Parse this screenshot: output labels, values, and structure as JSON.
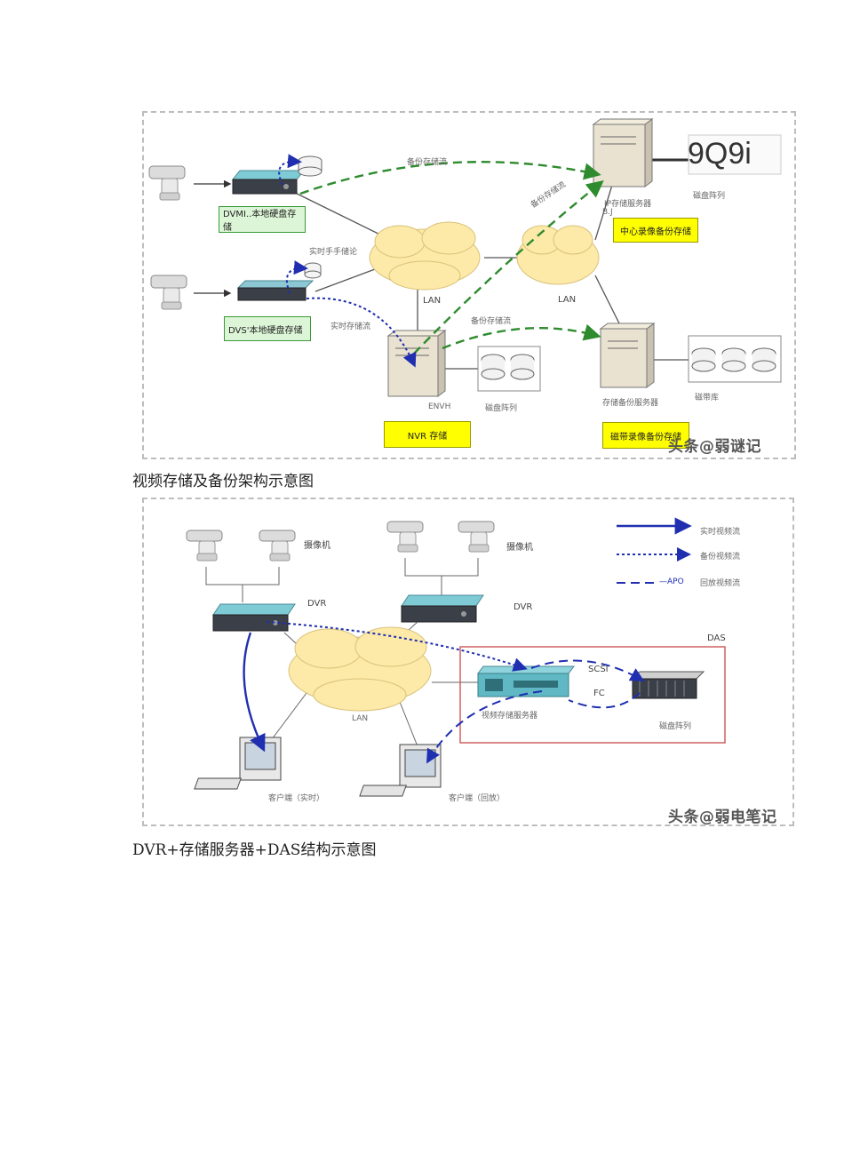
{
  "figure1": {
    "caption": "视频存储及备份架构示意图",
    "labels": {
      "dvr_box": "DVMI..本地硬盘存储",
      "dvs_box": "DVS'本地硬盘存储",
      "nvr_box": "NVR 存储",
      "center_box": "中心录像备份存储",
      "tape_box": "磁带录像备份存储",
      "lan1": "LAN",
      "lan2": "LAN",
      "envh": "ENVH",
      "backup_stream_top": "备份存储流",
      "backup_stream_mid": "备份存储流",
      "backup_stream_low": "备份存储流",
      "realtime_stream_1": "实时手手储论",
      "realtime_stream_2": "实时存储流",
      "ip_server": "IP存储服务器",
      "ip_server_sub": "B.J",
      "disk_array_top": "磁盘阵列",
      "disk_array_nvr": "磁盘阵列",
      "backup_server": "存储备份服务器",
      "tape_lib": "磁带库",
      "nine_q": "9Q9i",
      "watermark": "头条@弱谜记"
    }
  },
  "figure2": {
    "caption": "DVR+存储服务器+DAS结构示意图",
    "labels": {
      "camera_left": "摄像机",
      "camera_right": "摄像机",
      "dvr_left": "DVR",
      "dvr_right": "DVR",
      "das": "DAS",
      "scsi": "SCSI",
      "fc": "FC",
      "lan": "LAN",
      "storage_server": "视频存储服务器",
      "disk_array": "磁盘阵列",
      "client_realtime": "客户端（实时）",
      "client_playback": "客户端（回放）",
      "legend_realtime": "实时视频流",
      "legend_backup": "备份视频流",
      "legend_playback": "回放视频流",
      "legend_apo": "—APO",
      "watermark": "头条@弱电笔记"
    }
  },
  "colors": {
    "cloud": "#fde9a8",
    "cloud_stroke": "#d9c27a",
    "green_line": "#2e8b2e",
    "blue_line": "#1f2fb0",
    "das_border": "#d06060",
    "dvr_top": "#7ecbd6",
    "server": "#e9e2d0"
  }
}
